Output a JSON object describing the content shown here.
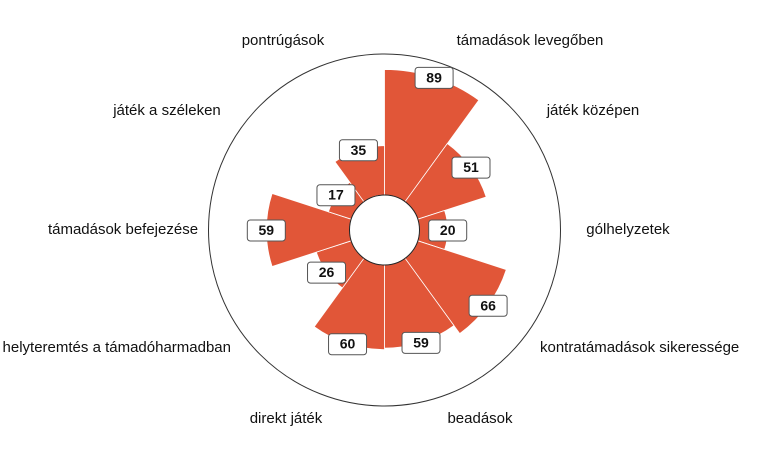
{
  "chart_data": {
    "type": "polar-bar",
    "title": "",
    "categories": [
      "támadások levegőben",
      "játék középen",
      "gólhelyzetek",
      "kontratámadások sikeressége",
      "beadások",
      "direkt játék",
      "helyteremtés a támadóharmadban",
      "támadások befejezése",
      "játék a széleken",
      "pontrúgások"
    ],
    "values": [
      89,
      51,
      20,
      66,
      59,
      60,
      26,
      59,
      17,
      35
    ],
    "value_labels": [
      "89",
      "51",
      "20",
      "66",
      "59",
      "60",
      "26",
      "59",
      "17",
      "35"
    ],
    "rlim": [
      0,
      100
    ],
    "start": "top",
    "direction": "clockwise",
    "bar_color": "#E15638",
    "grid": false
  }
}
